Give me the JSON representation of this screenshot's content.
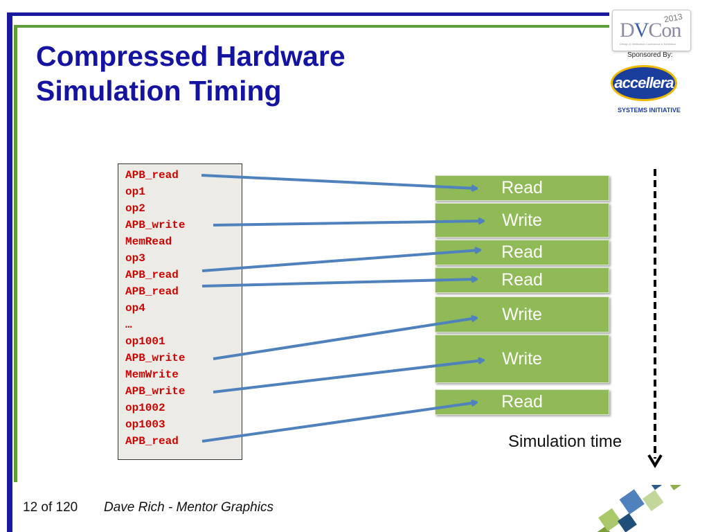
{
  "slide": {
    "title_line1": "Compressed Hardware",
    "title_line2": "Simulation Timing",
    "page_number": "12 of 120",
    "author": "Dave Rich - Mentor Graphics",
    "simulation_time_label": "Simulation time"
  },
  "logos": {
    "dvcon_d": "D",
    "dvcon_v": "V",
    "dvcon_con": "Con",
    "dvcon_year": "2013",
    "dvcon_tagline": "Design & Verification Conference & Exhibition",
    "sponsored_by": "Sponsored By:",
    "accellera": "accellera",
    "systems_initiative": "SYSTEMS INITIATIVE"
  },
  "code_lines": [
    "APB_read",
    "op1",
    "op2",
    "APB_write",
    "MemRead",
    "op3",
    "APB_read",
    "APB_read",
    "op4",
    "…",
    "op1001",
    "APB_write",
    "MemWrite",
    "APB_write",
    "op1002",
    "op1003",
    "APB_read"
  ],
  "operations": [
    "Read",
    "Write",
    "Read",
    "Read",
    "Write",
    "Write",
    "Read"
  ],
  "colors": {
    "title": "#1414a0",
    "code_text": "#cc0000",
    "op_fill": "#8fba57",
    "arrow": "#4f81bd"
  }
}
